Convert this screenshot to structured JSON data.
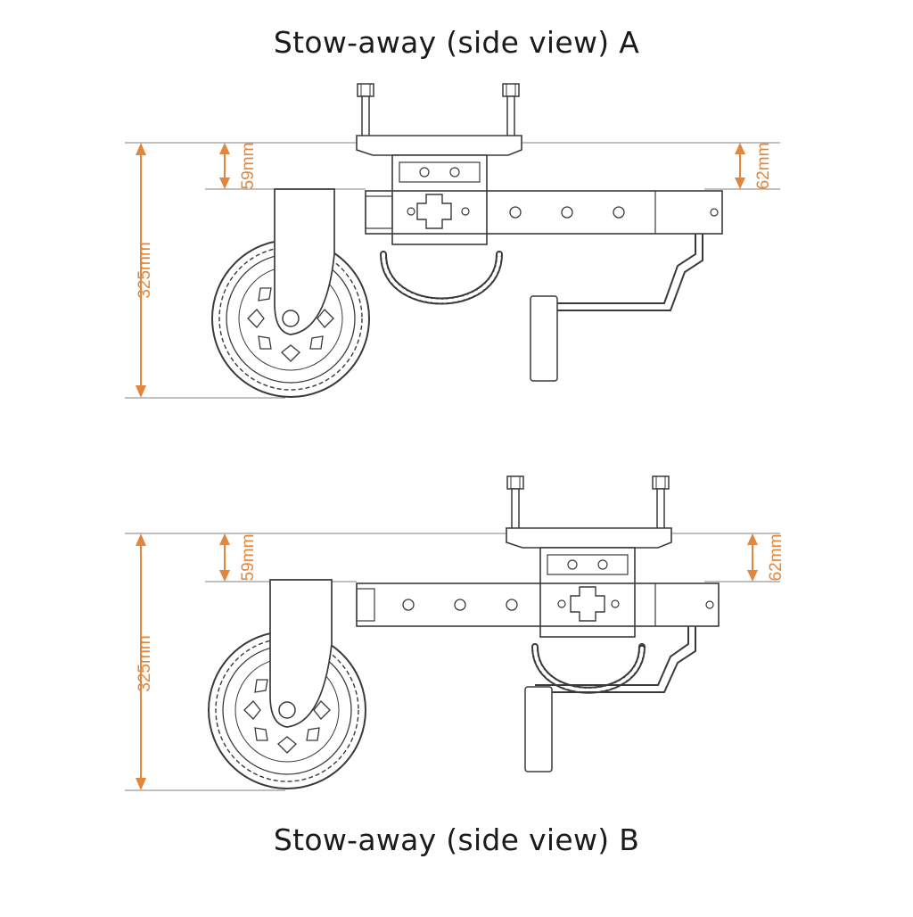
{
  "colors": {
    "dimension": "#e2853d",
    "line": "#3a3a3a",
    "guide": "#9a9a9a",
    "background": "#ffffff"
  },
  "views": [
    {
      "title": "Stow-away (side view) A",
      "dims": {
        "total": "325mm",
        "left_offset": "59mm",
        "right_offset": "62mm"
      }
    },
    {
      "title": "Stow-away (side view) B",
      "dims": {
        "total": "325mm",
        "left_offset": "59mm",
        "right_offset": "62mm"
      }
    }
  ]
}
